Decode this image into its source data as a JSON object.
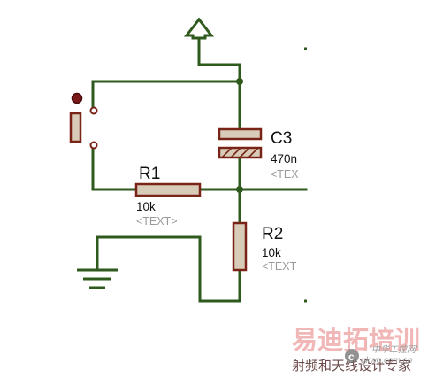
{
  "components": {
    "c3": {
      "ref": "C3",
      "value": "470n",
      "text": "<TEX"
    },
    "r1": {
      "ref": "R1",
      "value": "10k",
      "text": "<TEXT>"
    },
    "r2": {
      "ref": "R2",
      "value": "10k",
      "text": "<TEXT"
    }
  },
  "watermark": {
    "brand": "易迪拓培训",
    "slogan": "射频和天线设计专家",
    "logo_text": "中华工控网",
    "url": "gkwo.com.cn"
  },
  "colors": {
    "wire": "#2f5a1e",
    "component_outline": "#7a2418",
    "component_fill": "#d8ccb8",
    "hidden_text": "#999999"
  }
}
